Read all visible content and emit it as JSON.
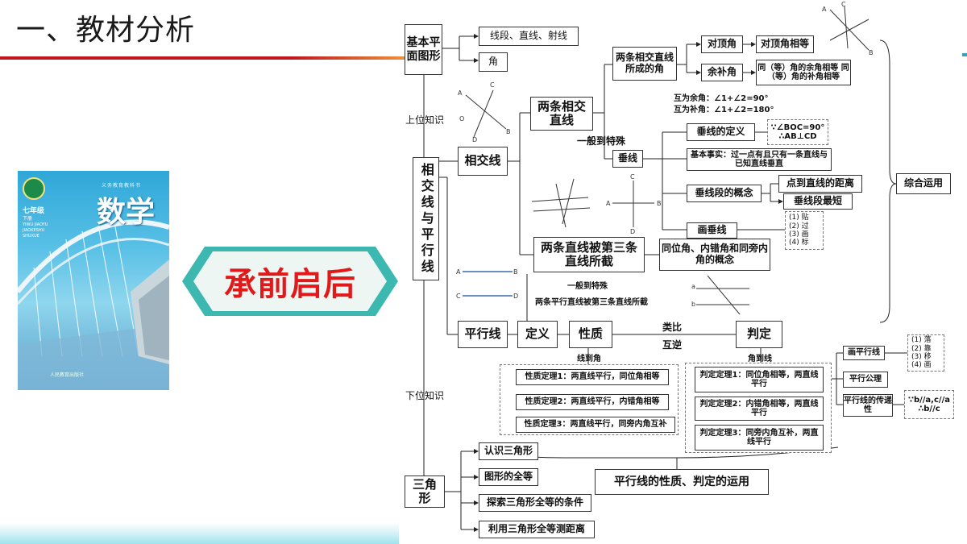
{
  "title": "一、教材分析",
  "banner": {
    "text": "承前启后"
  },
  "book": {
    "subject": "数学",
    "series": "义务教育教科书",
    "grade": "七年级",
    "volume": "下册",
    "pinyin": "YIWU JIAOYU JIAOKESHU SHUXUE",
    "publisher": "人民教育出版社"
  },
  "colors": {
    "title_red": "#c0181f",
    "banner_bg": "#3cb8b0",
    "banner_text": "#e01a1a"
  },
  "map": {
    "root1": "基本平面图形",
    "root1_children": [
      "线段、直线、射线",
      "角"
    ],
    "upper_label": "上位知识",
    "lower_label": "下位知识",
    "center": "相交线与平行线",
    "intersect": "相交线",
    "two_lines": "两条相交直线",
    "two_lines_angle": "两条相交直线所成的角",
    "vertical_angle": "对顶角",
    "vertical_equal": "对顶角相等",
    "supp": "余补角",
    "supp_rules": "同（等）角的余角相等 同（等）角的补角相等",
    "comp_def": "互为余角：∠1+∠2=90°",
    "supp_def": "互为补角：∠1+∠2=180°",
    "special": "一般到特殊",
    "perp": "垂线",
    "perp_def": "垂线的定义",
    "perp_proof": "∵∠BOC=90° ∴AB⊥CD",
    "perp_fact": "基本事实：过一点有且只有一条直线与已知直线垂直",
    "perp_seg": "垂线段的概念",
    "dist": "点到直线的距离",
    "shortest": "垂线段最短",
    "draw_perp": "画垂线",
    "steps1": [
      "(1) 贴",
      "(2) 过",
      "(3) 画",
      "(4) 标"
    ],
    "third_line": "两条直线被第三条直线所截",
    "angle_concepts": "同位角、内错角和同旁内角的概念",
    "special2": "一般到特殊",
    "parallel_cut": "两条平行直线被第三条直线所截",
    "parallel": "平行线",
    "definition": "定义",
    "property": "性质",
    "judge": "判定",
    "analog": "类比",
    "inverse": "互逆",
    "line_to_angle": "线到角",
    "angle_to_line": "角到线",
    "props": [
      "性质定理1：两直线平行，同位角相等",
      "性质定理2：两直线平行，内错角相等",
      "性质定理3：两直线平行，同旁内角互补"
    ],
    "judges": [
      "判定定理1：同位角相等，两直线平行",
      "判定定理2：内错角相等，两直线平行",
      "判定定理3：同旁内角互补，两直线平行"
    ],
    "draw_parallel": "画平行线",
    "steps2": [
      "(1) 落",
      "(2) 靠",
      "(3) 移",
      "(4) 画"
    ],
    "parallel_axiom": "平行公理",
    "transitive": "平行线的传递性",
    "transitive_proof": "∵b//a,c//a ∴b//c",
    "applications": "平行线的性质、判定的运用",
    "comprehensive": "综合运用",
    "triangle": "三角形",
    "triangle_children": [
      "认识三角形",
      "图形的全等",
      "探索三角形全等的条件",
      "利用三角形全等测距离"
    ]
  }
}
